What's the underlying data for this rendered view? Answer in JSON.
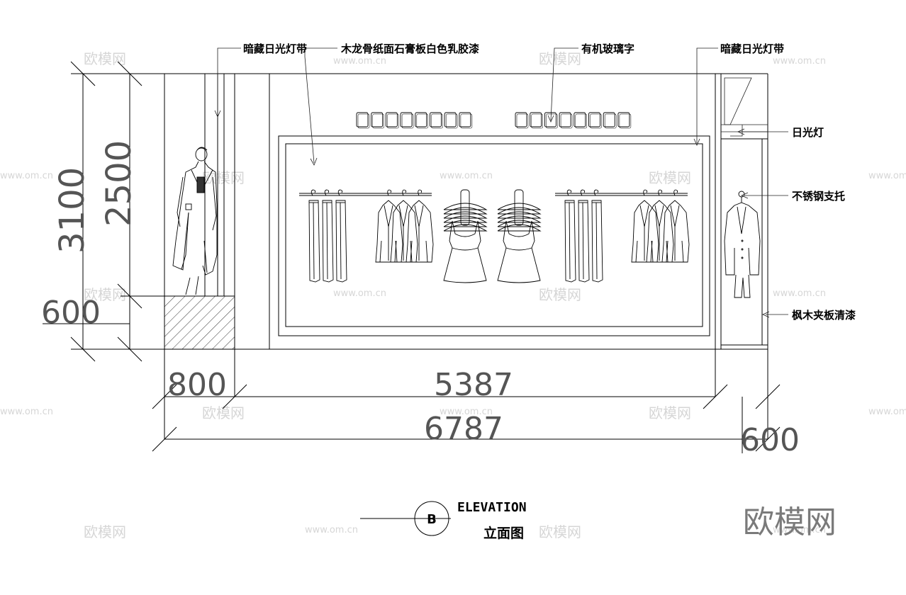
{
  "annotations": {
    "hidden_light_left": "暗藏日光灯带",
    "gypsum_board": "木龙骨纸面石膏板白色乳胶漆",
    "acrylic_letters": "有机玻璃字",
    "hidden_light_right": "暗藏日光灯带",
    "fluorescent": "日光灯",
    "steel_bracket": "不锈钢支托",
    "maple_plywood": "枫木夹板清漆"
  },
  "dimensions": {
    "total_height": "3100",
    "inner_height": "2500",
    "base_height": "600",
    "left_width": "800",
    "center_width": "5387",
    "total_width": "6787",
    "right_width": "600"
  },
  "title": {
    "symbol": "B",
    "name_en": "ELEVATION",
    "name_cn": "立面图"
  },
  "watermark": {
    "logo": "欧模网",
    "small": "欧模网",
    "url": "www.om.cn"
  }
}
